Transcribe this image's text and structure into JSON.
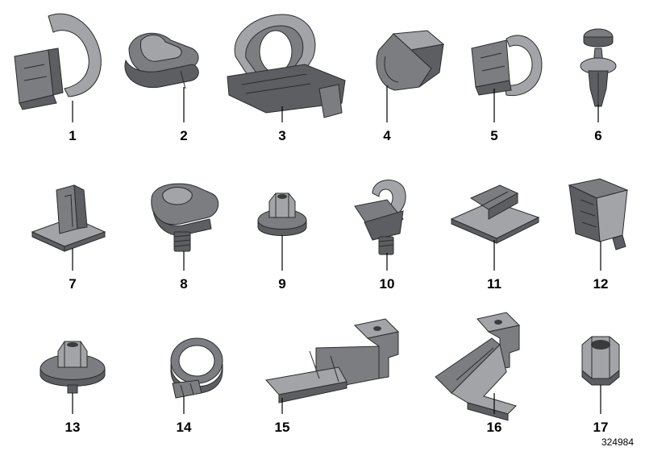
{
  "diagram": {
    "reference_number": "324984",
    "parts": [
      {
        "number": "1",
        "icon": "open-cable-clip"
      },
      {
        "number": "2",
        "icon": "double-cable-clip"
      },
      {
        "number": "3",
        "icon": "wiring-bracket-holder"
      },
      {
        "number": "4",
        "icon": "edge-clip"
      },
      {
        "number": "5",
        "icon": "pipe-clip"
      },
      {
        "number": "6",
        "icon": "expanding-rivet"
      },
      {
        "number": "7",
        "icon": "square-base-clip"
      },
      {
        "number": "8",
        "icon": "stud-mount-double-clip"
      },
      {
        "number": "9",
        "icon": "collar-nut"
      },
      {
        "number": "10",
        "icon": "stud-mount-cable-clip"
      },
      {
        "number": "11",
        "icon": "flat-base-clip"
      },
      {
        "number": "12",
        "icon": "fir-tree-clip"
      },
      {
        "number": "13",
        "icon": "hex-flange-nut"
      },
      {
        "number": "14",
        "icon": "hose-clamp"
      },
      {
        "number": "15",
        "icon": "bracket-long"
      },
      {
        "number": "16",
        "icon": "bracket-angled"
      },
      {
        "number": "17",
        "icon": "hex-nut"
      }
    ]
  }
}
